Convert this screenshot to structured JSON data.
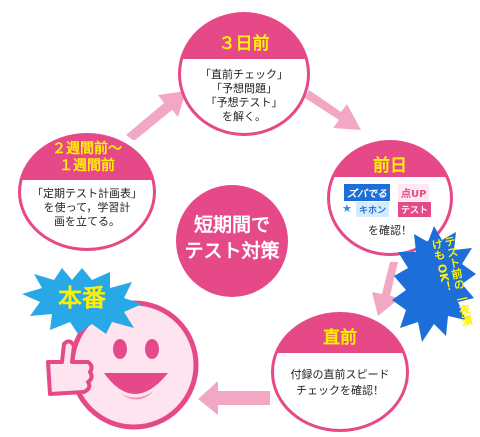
{
  "center": {
    "line1": "短期間で",
    "line2": "テスト対策"
  },
  "stages": {
    "three_days": {
      "title": "３日前",
      "lines": [
        "「直前チェック」",
        "「予想問題」",
        "「予想テスト」",
        "を解く。"
      ]
    },
    "day_before": {
      "title": "前日",
      "logos": [
        "ズバでる",
        "点UP",
        "キホン",
        "テスト"
      ],
      "text": "を確認！"
    },
    "just_before": {
      "title": "直前",
      "lines": [
        "付録の直前スピード",
        "チェックを確認！"
      ]
    },
    "two_weeks": {
      "title_line1": "２週間前〜",
      "title_line2": "１週間前",
      "lines": [
        "「定期テスト計画表」",
        "を使って，学習計",
        "画を立てる。"
      ]
    }
  },
  "finale": {
    "label": "本番"
  },
  "callout": {
    "line1": "テスト前の",
    "line2": "一夜漬けも",
    "line3": "OK！"
  },
  "colors": {
    "pink": "#e64987",
    "yellow": "#fff200",
    "blue": "#1d6ed8",
    "arrow": "#f2a8c4"
  }
}
